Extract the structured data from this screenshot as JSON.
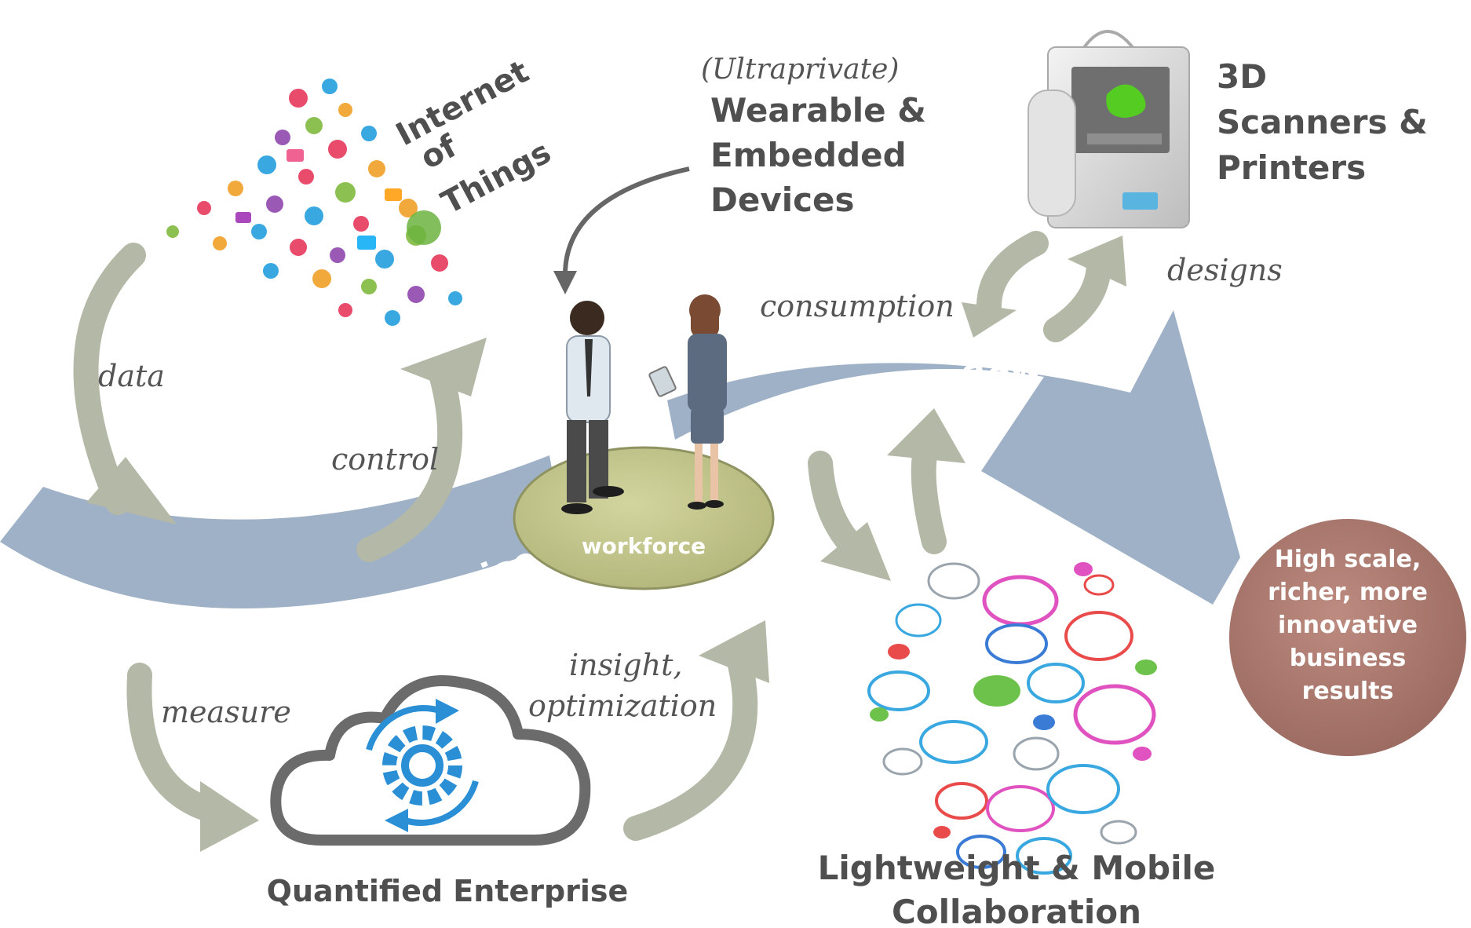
{
  "nodes": {
    "iot": {
      "line1": "Internet",
      "line2": "of",
      "line3": "Things"
    },
    "wearable": {
      "qualifier": "(Ultraprivate)",
      "line1": "Wearable &",
      "line2": "Embedded",
      "line3": "Devices"
    },
    "printers": {
      "line1": "3D",
      "line2": "Scanners &",
      "line3": "Printers"
    },
    "workforce": {
      "label": "workforce"
    },
    "quantified": {
      "label": "Quantified Enterprise"
    },
    "collaboration": {
      "line1": "Lightweight & Mobile",
      "line2": "Collaboration"
    },
    "results": {
      "line1": "High scale,",
      "line2": "richer, more",
      "line3": "innovative",
      "line4": "business",
      "line5": "results"
    }
  },
  "flows": {
    "enterprise": "enterprise",
    "knowledge": "knowledge flows"
  },
  "edges": {
    "data": "data",
    "control": "control",
    "consumption": "consumption",
    "designs": "designs",
    "measure": "measure",
    "insight_line1": "insight,",
    "insight_line2": "optimization"
  },
  "colors": {
    "flow_blue": "#9fb1c6",
    "cycle_arrow": "#b4b8a6",
    "platform": "#c5c88f",
    "results_circle": "#b07e73",
    "cloud_outline": "#6b6b6b",
    "gear_blue": "#2b8fd6"
  }
}
